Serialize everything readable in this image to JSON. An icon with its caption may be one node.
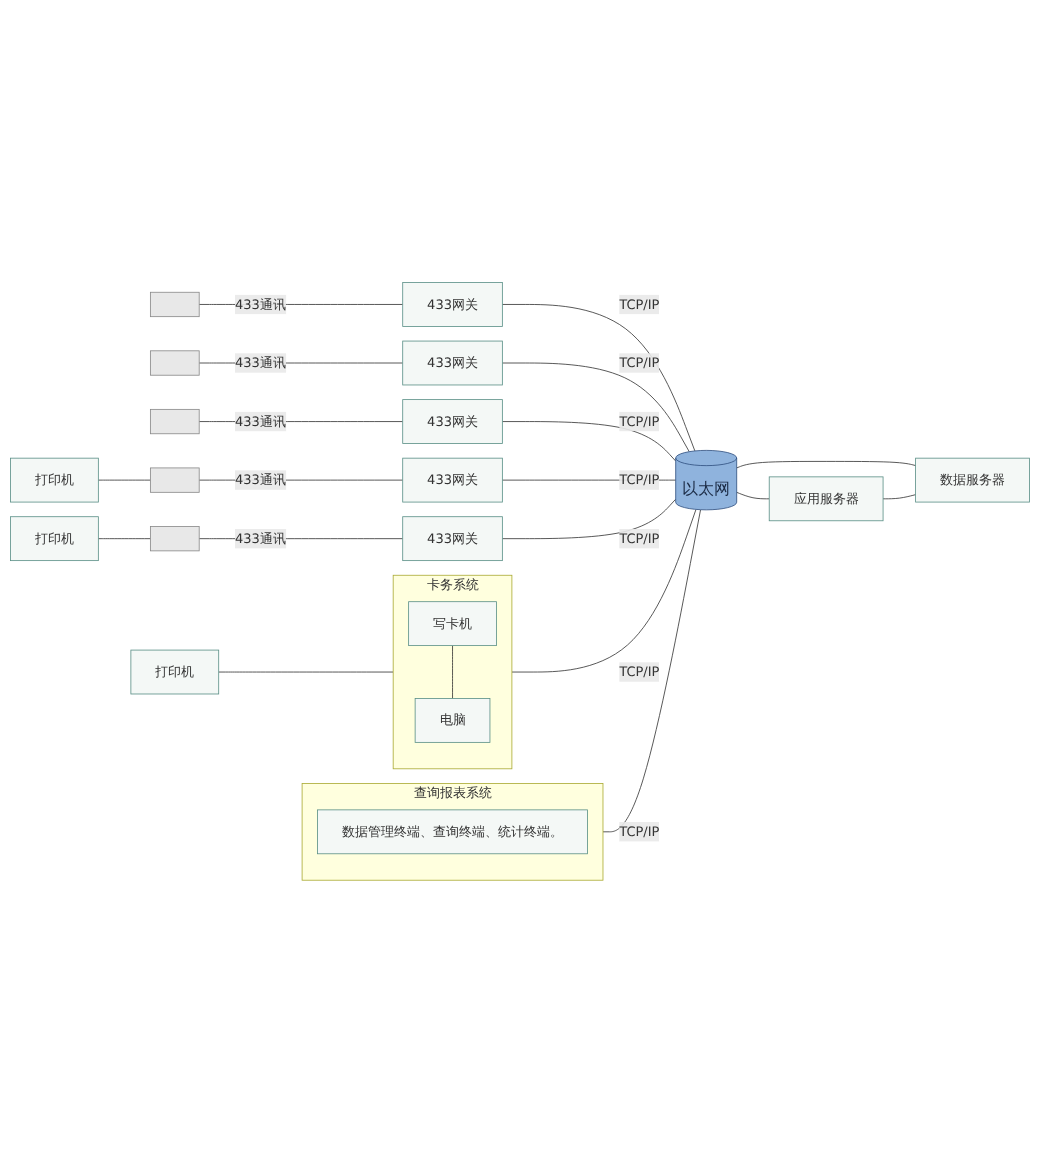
{
  "diagram": {
    "nodes": [
      {
        "text": [
          "以太网"
        ]
      },
      {
        "text": [],
        "shape": "picture"
      },
      {
        "text": [],
        "shape": "picture"
      },
      {
        "text": [],
        "shape": "picture"
      },
      {
        "text": [],
        "shape": "picture"
      },
      {
        "text": [],
        "shape": "picture"
      },
      {
        "text": [
          "433网关"
        ]
      },
      {
        "text": [
          "433网关"
        ]
      },
      {
        "text": [
          "433网关"
        ]
      },
      {
        "text": [
          "433网关"
        ]
      },
      {
        "text": [
          "433网关"
        ]
      },
      {
        "text": [
          "打印机"
        ]
      },
      {
        "text": [
          "打印机"
        ]
      },
      {
        "text": [
          "打印机"
        ]
      },
      {
        "text": [
          "卡务系统"
        ]
      },
      {
        "text": [
          "写卡机"
        ],
        "in": 14
      },
      {
        "text": [
          "电脑"
        ],
        "in": 14
      },
      {
        "text": [
          "查询报表系统"
        ]
      },
      {
        "text": [
          "数据管理终端、查询终端、统计终端。"
        ],
        "in": 17
      },
      {
        "text": [
          "应用服务器"
        ]
      },
      {
        "text": [
          "数据服务器"
        ]
      }
    ],
    "edges": [
      {
        "from": 1,
        "to": 6,
        "arrow": "none",
        "label": "433通讯"
      },
      {
        "from": 6,
        "to": 0,
        "arrow": "none",
        "label": "TCP/IP"
      },
      {
        "from": 2,
        "to": 7,
        "arrow": "none",
        "label": "433通讯"
      },
      {
        "from": 7,
        "to": 0,
        "arrow": "none",
        "label": "TCP/IP"
      },
      {
        "from": 3,
        "to": 8,
        "arrow": "none",
        "label": "433通讯"
      },
      {
        "from": 8,
        "to": 0,
        "arrow": "none",
        "label": "TCP/IP"
      },
      {
        "from": 11,
        "to": 4,
        "arrow": "none"
      },
      {
        "from": 4,
        "to": 9,
        "arrow": "none",
        "label": "433通讯"
      },
      {
        "from": 9,
        "to": 0,
        "arrow": "none",
        "label": "TCP/IP"
      },
      {
        "from": 12,
        "to": 5,
        "arrow": "none"
      },
      {
        "from": 5,
        "to": 10,
        "arrow": "none",
        "label": "433通讯"
      },
      {
        "from": 10,
        "to": 0,
        "arrow": "none",
        "label": "TCP/IP"
      },
      {
        "from": 13,
        "to": 14,
        "arrow": "none"
      },
      {
        "from": 15,
        "to": 16,
        "arrow": "none"
      },
      {
        "from": 14,
        "to": 0,
        "arrow": "none",
        "label": "TCP/IP"
      },
      {
        "from": 17,
        "to": 0,
        "arrow": "none",
        "label": "TCP/IP"
      },
      {
        "from": 0,
        "to": 19,
        "arrow": "none"
      },
      {
        "from": 0,
        "to": 20,
        "arrow": "none"
      },
      {
        "from": 19,
        "to": 20,
        "arrow": "none"
      }
    ]
  }
}
